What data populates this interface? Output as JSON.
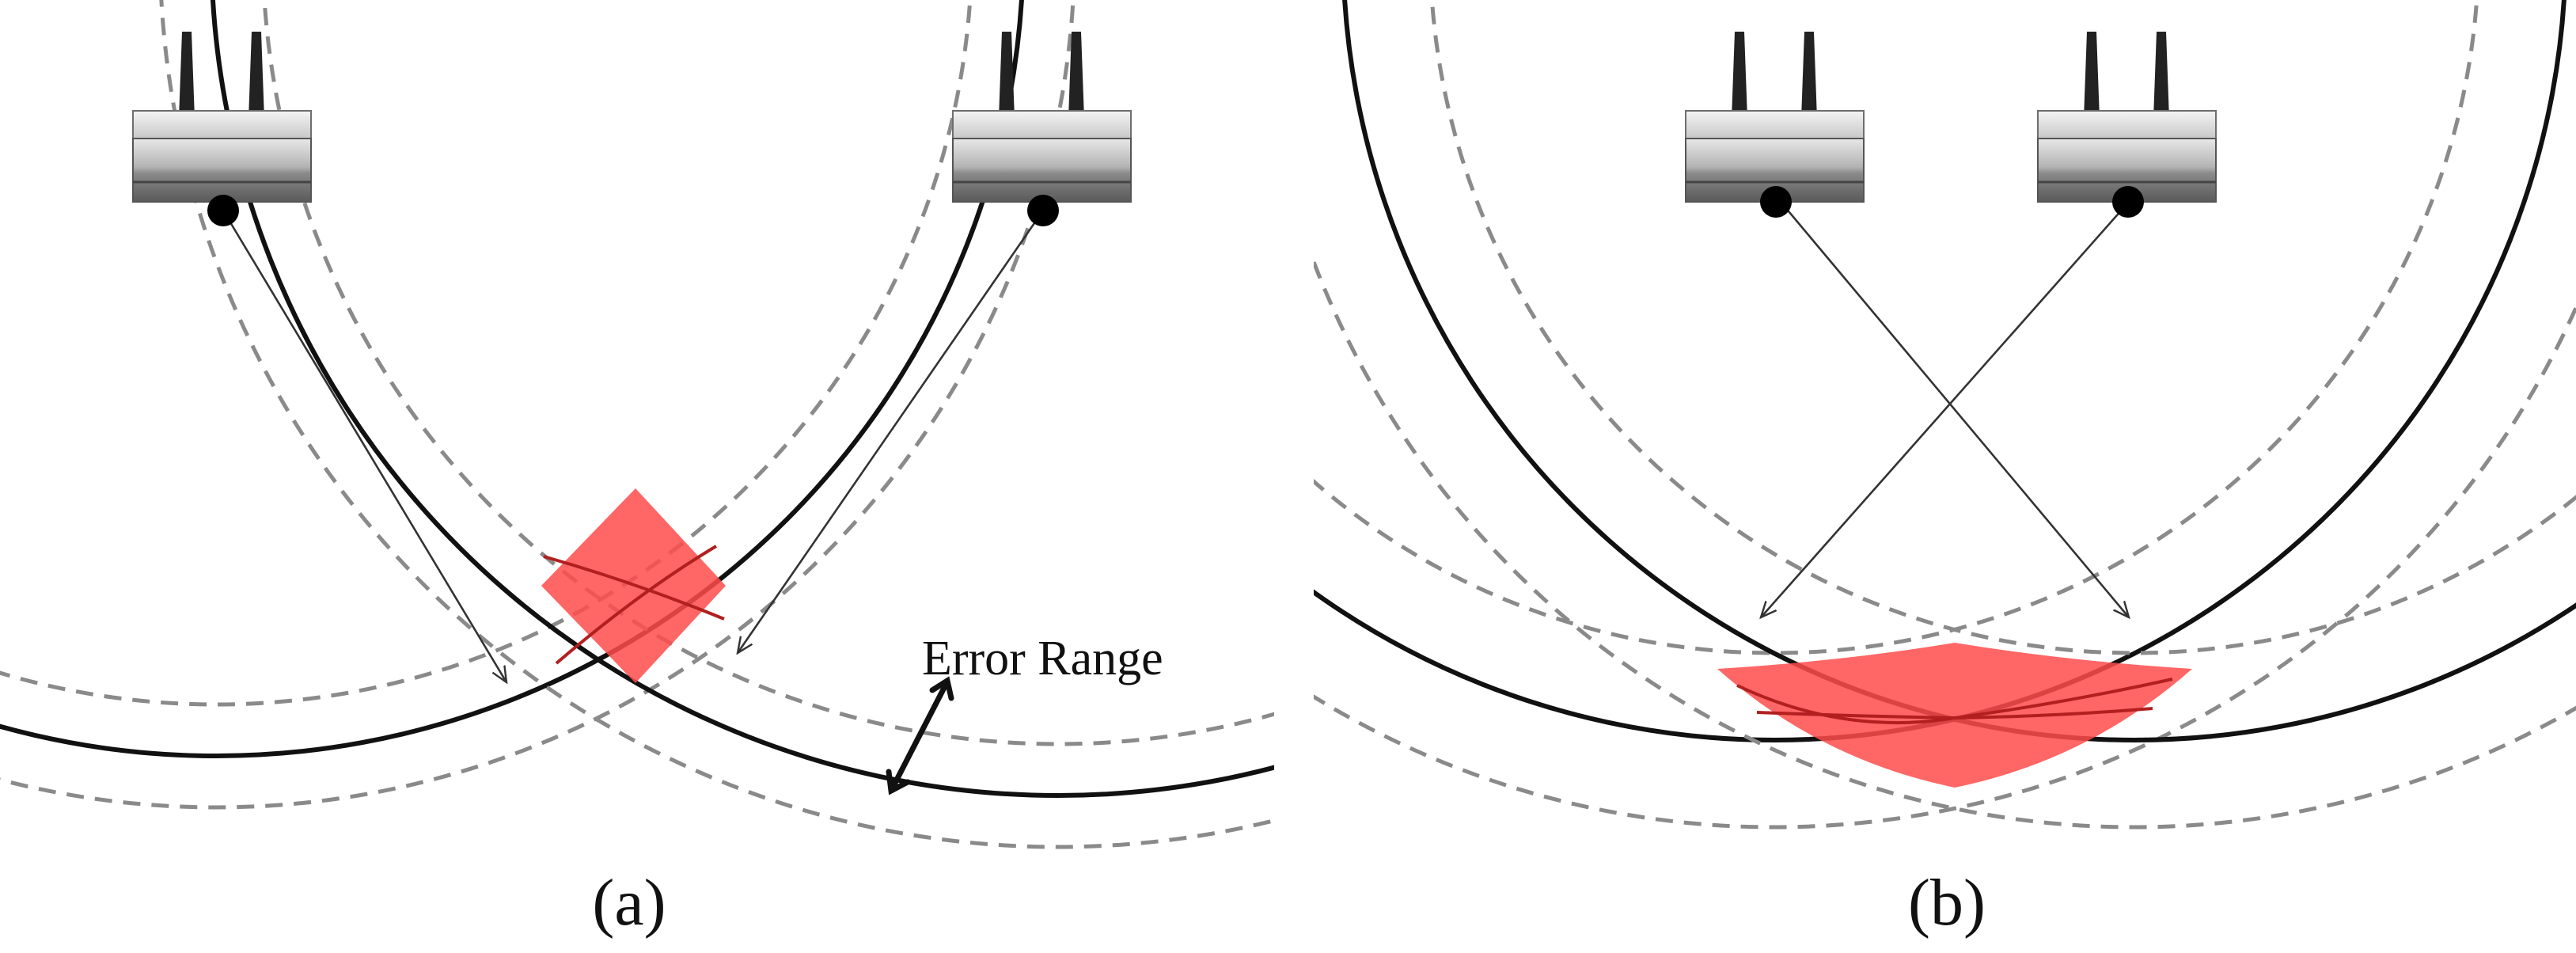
{
  "figure": {
    "panels": [
      {
        "id": "a",
        "label": "(a)",
        "annotation": "Error Range",
        "access_points": 2
      },
      {
        "id": "b",
        "label": "(b)",
        "access_points": 2
      }
    ],
    "colors": {
      "range_circle": "#111111",
      "error_bound": "#8a8a8a",
      "overlap_region": "#ff4b4b",
      "router_body": "#a9a9a9",
      "router_antenna": "#222222",
      "signal_line": "#333333"
    },
    "icons": [
      "router-icon",
      "antenna-icon",
      "double-headed-arrow-icon"
    ]
  }
}
